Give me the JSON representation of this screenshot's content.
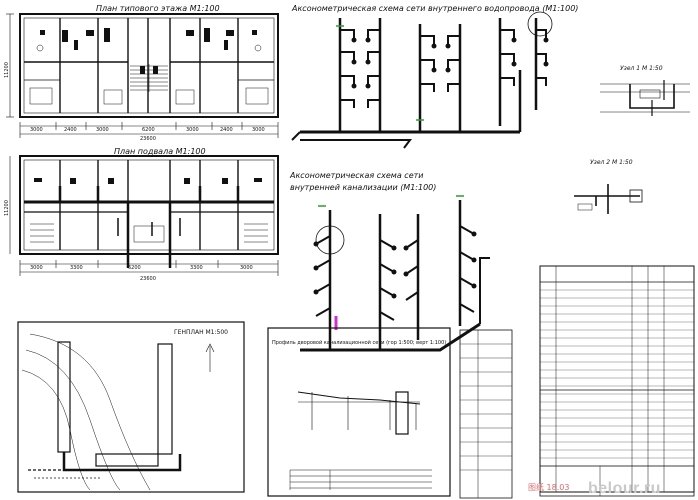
{
  "drawing": {
    "title_typical_floor": "План типового этажа М1:100",
    "title_basement": "План подвала М1:100",
    "title_water_iso": "Аксонометрическая схема сети внутреннего водопровода (М1:100)",
    "title_sewer_iso_1": "Аксонометрическая схема сети",
    "title_sewer_iso_2": "внутренней канализации (М1:100)",
    "title_profile": "Профиль дворовой канализационной сети (гор 1:500; верт 1:100)",
    "title_genplan": "ГЕНПЛАН М1:500",
    "title_node1": "Узел 1 М 1:50",
    "title_node2": "Узел 2 М 1:50",
    "dims_plan1": [
      "3000",
      "2400",
      "3000",
      "6200",
      "3000",
      "2400",
      "3000"
    ],
    "total_plan1": "23600",
    "dims_plan2": [
      "3000",
      "3300",
      "6200",
      "3300",
      "3000"
    ],
    "total_plan2": "23600",
    "side_dim_1": "11200",
    "side_dim_2": "11200",
    "watermark": "belour.ru",
    "stamp_text": "图纸 18.03"
  },
  "colors": {
    "line": "#111111",
    "accent_magenta": "#cc33cc",
    "accent_green": "#2e9b2e",
    "watermark": "#c9c9c9"
  }
}
